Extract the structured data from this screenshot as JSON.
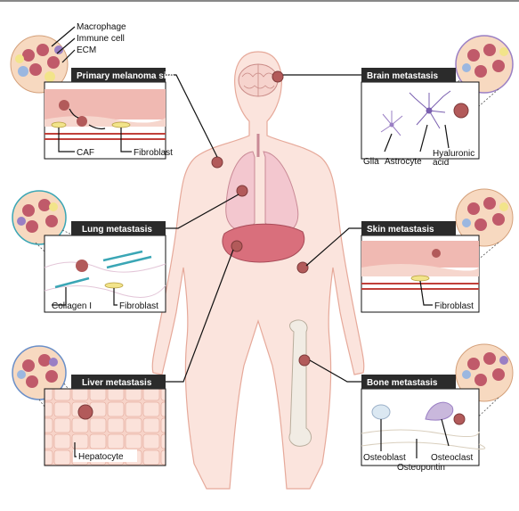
{
  "colors": {
    "header_bar": "#2b2b2b",
    "tumor": "#b25a5a",
    "skin_pink": "#f0b9b2",
    "body_fill": "#fbe4dd",
    "organ": "#d96f7c",
    "collagen": "#3aa6b5"
  },
  "primary": {
    "header": "Primary melanoma site",
    "macrophage": "Macrophage",
    "immune_cell": "Immune cell",
    "ecm": "ECM",
    "caf": "CAF",
    "fibroblast": "Fibroblast"
  },
  "lung": {
    "header": "Lung metastasis",
    "collagen": "Collagen I",
    "fibroblast": "Fibroblast"
  },
  "liver": {
    "header": "Liver metastasis",
    "hepatocyte": "Hepatocyte"
  },
  "brain": {
    "header": "Brain metastasis",
    "glia": "Glia",
    "astrocyte": "Astrocyte",
    "hyaluronic_1": "Hyaluronic",
    "hyaluronic_2": "acid"
  },
  "skin": {
    "header": "Skin metastasis",
    "fibroblast": "Fibroblast"
  },
  "bone": {
    "header": "Bone metastasis",
    "osteoblast": "Osteoblast",
    "osteoclast": "Osteoclast",
    "osteopontin": "Osteopontin"
  }
}
